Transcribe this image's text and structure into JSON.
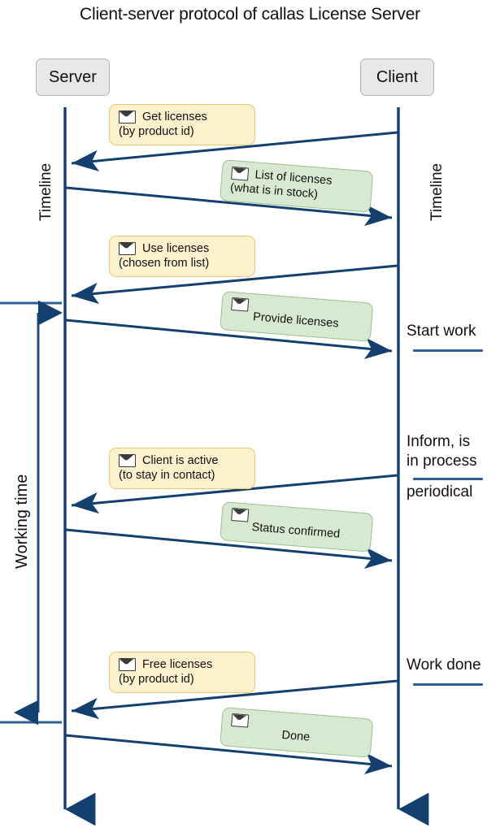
{
  "diagram": {
    "title": "Client-server protocol of callas License Server",
    "type": "sequence-diagram",
    "actors": [
      {
        "id": "server",
        "label": "Server"
      },
      {
        "id": "client",
        "label": "Client"
      }
    ],
    "lifeline_labels": [
      {
        "id": "timeline-left",
        "label": "Timeline"
      },
      {
        "id": "timeline-right",
        "label": "Timeline"
      }
    ],
    "bracket": {
      "label": "Working time"
    },
    "messages": [
      {
        "id": "m1",
        "kind": "request",
        "from": "client",
        "to": "server",
        "icon": "envelope-icon",
        "lines": [
          "Get licenses",
          "(by product id)"
        ]
      },
      {
        "id": "m2",
        "kind": "response",
        "from": "server",
        "to": "client",
        "icon": "envelope-icon",
        "lines": [
          "List of licenses",
          "(what is in stock)"
        ]
      },
      {
        "id": "m3",
        "kind": "request",
        "from": "client",
        "to": "server",
        "icon": "envelope-icon",
        "lines": [
          "Use licenses",
          "(chosen from list)"
        ]
      },
      {
        "id": "m4",
        "kind": "response",
        "from": "server",
        "to": "client",
        "icon": "envelope-icon",
        "lines": [
          "Provide licenses"
        ]
      },
      {
        "id": "m5",
        "kind": "request",
        "from": "client",
        "to": "server",
        "icon": "envelope-icon",
        "lines": [
          "Client is active",
          "(to stay in contact)"
        ]
      },
      {
        "id": "m6",
        "kind": "response",
        "from": "server",
        "to": "client",
        "icon": "envelope-icon",
        "lines": [
          "Status confirmed"
        ]
      },
      {
        "id": "m7",
        "kind": "request",
        "from": "client",
        "to": "server",
        "icon": "envelope-icon",
        "lines": [
          "Free licenses",
          "(by product id)"
        ]
      },
      {
        "id": "m8",
        "kind": "response",
        "from": "server",
        "to": "client",
        "icon": "envelope-icon",
        "lines": [
          "Done"
        ]
      }
    ],
    "annotations": [
      {
        "id": "start-work",
        "lines": [
          "Start work"
        ]
      },
      {
        "id": "inform",
        "lines": [
          "Inform, is",
          "in process"
        ]
      },
      {
        "id": "periodical",
        "lines": [
          "periodical"
        ]
      },
      {
        "id": "work-done",
        "lines": [
          "Work done"
        ]
      }
    ],
    "colors": {
      "request_fill": "#fdf0cd",
      "request_stroke": "#e6c86e",
      "response_fill": "#d8e9d2",
      "response_stroke": "#9bc08d",
      "arrow": "#13406f",
      "rule": "#2c5f96",
      "actor_fill": "#e8e8e8",
      "actor_stroke": "#b4b4b4"
    }
  }
}
